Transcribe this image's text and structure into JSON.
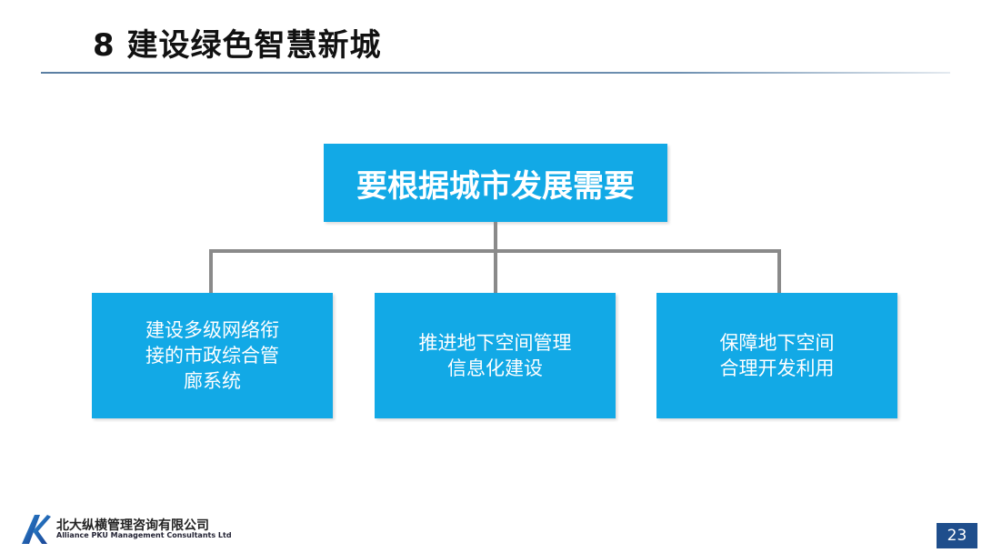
{
  "title": "8 建设绿色智慧新城",
  "diagram": {
    "root": "要根据城市发展需要",
    "children": [
      {
        "lines": [
          "建设多级网络衔",
          "接的市政综合管",
          "廊系统"
        ]
      },
      {
        "lines": [
          "推进地下空间管理",
          "信息化建设"
        ]
      },
      {
        "lines": [
          "保障地下空间",
          "合理开发利用"
        ]
      }
    ]
  },
  "footer": {
    "company_cn": "北大纵横管理咨询有限公司",
    "company_en": "Alliance PKU Management Consultants Ltd",
    "page_number": "23"
  },
  "colors": {
    "box": "#12a9e6",
    "connector": "#8a8a8a",
    "page_badge": "#1f4e8c"
  }
}
